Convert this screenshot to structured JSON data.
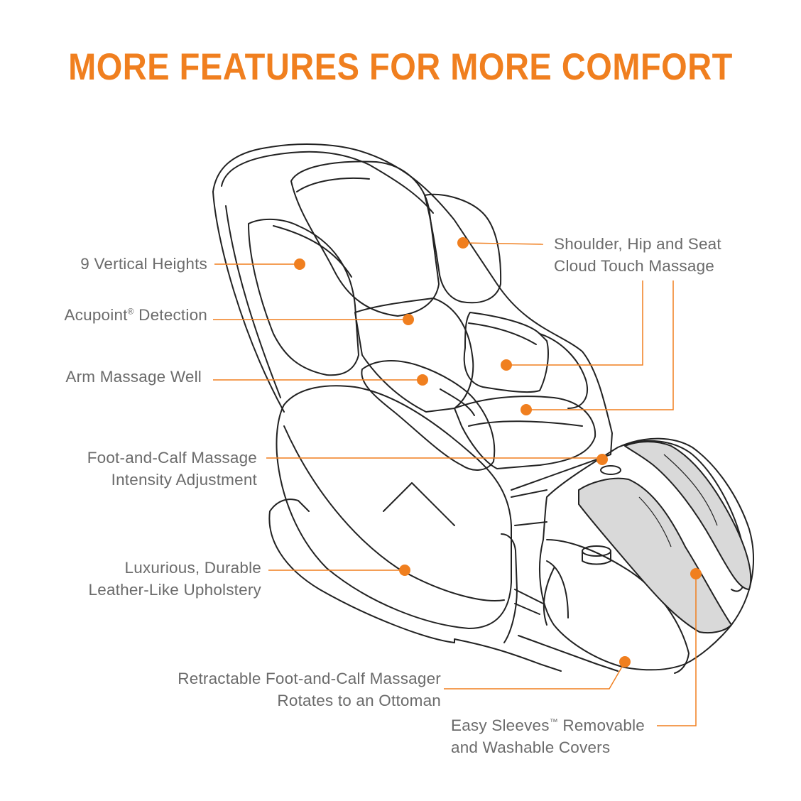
{
  "title": "MORE FEATURES FOR MORE COMFORT",
  "colors": {
    "accent": "#f07f1f",
    "label_text": "#6b6b6b",
    "outline": "#222222",
    "sleeve_fill": "#d9d9d9"
  },
  "callouts": [
    {
      "id": "vertical-heights",
      "lines": [
        "9 Vertical Heights"
      ]
    },
    {
      "id": "acupoint-detection",
      "lines": [
        "Acupoint",
        "Detection"
      ],
      "mark": "®"
    },
    {
      "id": "arm-massage-well",
      "lines": [
        "Arm Massage Well"
      ]
    },
    {
      "id": "foot-calf-intensity",
      "lines": [
        "Foot-and-Calf Massage",
        "Intensity Adjustment"
      ]
    },
    {
      "id": "upholstery",
      "lines": [
        "Luxurious, Durable",
        "Leather-Like Upholstery"
      ]
    },
    {
      "id": "retractable-massager",
      "lines": [
        "Retractable Foot-and-Calf Massager",
        "Rotates to an Ottoman"
      ]
    },
    {
      "id": "shoulder-hip-seat",
      "lines": [
        "Shoulder, Hip and Seat",
        "Cloud Touch Massage"
      ]
    },
    {
      "id": "easy-sleeves",
      "lines": [
        "Easy Sleeves",
        "Removable",
        "and Washable Covers"
      ],
      "mark": "™"
    }
  ]
}
